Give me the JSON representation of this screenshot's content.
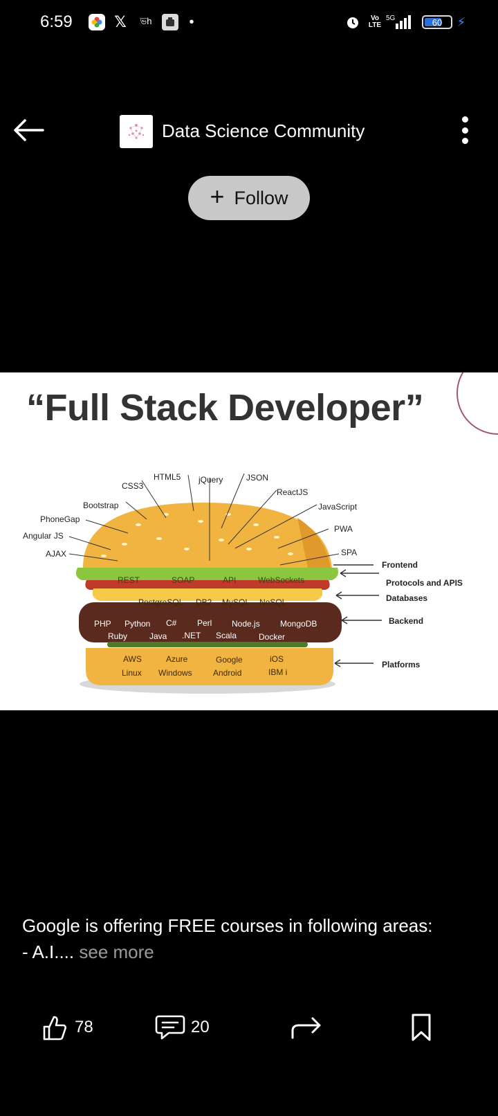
{
  "status_bar": {
    "time": "6:59",
    "x_glyph": "𝕏",
    "dh_text": "ভh",
    "volte": "Vo\nLTE",
    "network": "5G",
    "battery": "60"
  },
  "header": {
    "community_name": "Data Science Community"
  },
  "follow_button": {
    "label": "Follow"
  },
  "infographic": {
    "title": "“Full Stack Developer”",
    "top_labels": [
      "HTML5",
      "CSS3",
      "jQuery",
      "JSON",
      "ReactJS",
      "Bootstrap",
      "JavaScript",
      "PhoneGap",
      "Angular JS",
      "PWA",
      "AJAX",
      "SPA"
    ],
    "protocols": [
      "REST",
      "SOAP",
      "API",
      "WebSockets"
    ],
    "databases": [
      "PostgreSQL",
      "DB2",
      "MySQL",
      "NoSQL"
    ],
    "backend_row1": [
      "PHP",
      "Python",
      "C#",
      "Perl",
      "Node.js",
      "MongoDB"
    ],
    "backend_row2": [
      "Ruby",
      "Java",
      ".NET",
      "Scala",
      "Docker"
    ],
    "platforms_row1": [
      "AWS",
      "Azure",
      "Google",
      "iOS"
    ],
    "platforms_row2": [
      "Linux",
      "Windows",
      "Android",
      "IBM i"
    ],
    "layers": [
      "Frontend",
      "Protocols and APIS",
      "Databases",
      "Backend",
      "Platforms"
    ]
  },
  "caption": {
    "line1": "Google is offering FREE courses in following areas:",
    "line2": "- A.I....",
    "see_more": " see more"
  },
  "actions": {
    "likes": "78",
    "comments": "20"
  },
  "colors": {
    "follow_bg": "#c8c8c8",
    "bun": "#f2b441",
    "lettuce": "#8cc63f",
    "tomato": "#c0392b",
    "cheese": "#f7c948",
    "patty": "#5a2a1e"
  }
}
